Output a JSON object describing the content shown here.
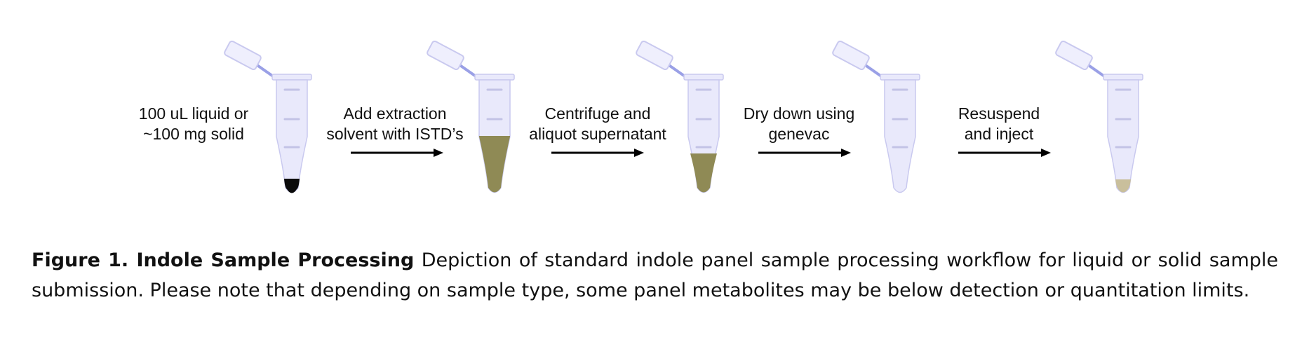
{
  "diagram": {
    "steps": [
      {
        "line1": "100 uL liquid or",
        "line2": "~100 mg solid",
        "tube_fill": "pellet"
      },
      {
        "line1": "Add extraction",
        "line2": "solvent with ISTD’s",
        "tube_fill": "full"
      },
      {
        "line1": "Centrifuge and",
        "line2": "aliquot supernatant",
        "tube_fill": "half"
      },
      {
        "line1": "Dry down using",
        "line2": "genevac",
        "tube_fill": "empty"
      },
      {
        "line1": "Resuspend",
        "line2": "and inject",
        "tube_fill": "tip"
      },
      {
        "tube_fill": "tip"
      }
    ],
    "colors": {
      "tube_body": "#e9e9fb",
      "tube_edge": "#c9c9ef",
      "cap": "#9aa0e6",
      "pellet": "#0b0b0b",
      "extract": "#8f8a55",
      "resuspended": "#c9bf9c",
      "arrow": "#000000"
    }
  },
  "caption": {
    "title": "Figure 1. Indole Sample Processing",
    "text": " Depiction of standard indole panel sample processing workflow for liquid or solid sample submission. Please note that depending on sample type, some panel metabolites may be below detection or quantitation limits."
  }
}
